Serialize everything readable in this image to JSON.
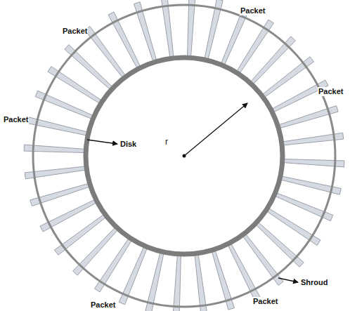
{
  "diagram": {
    "labels": [
      "Packet",
      "Packet",
      "Packet",
      "Packet",
      "Disk",
      "r",
      "Packet",
      "Packet",
      "Shroud"
    ]
  }
}
